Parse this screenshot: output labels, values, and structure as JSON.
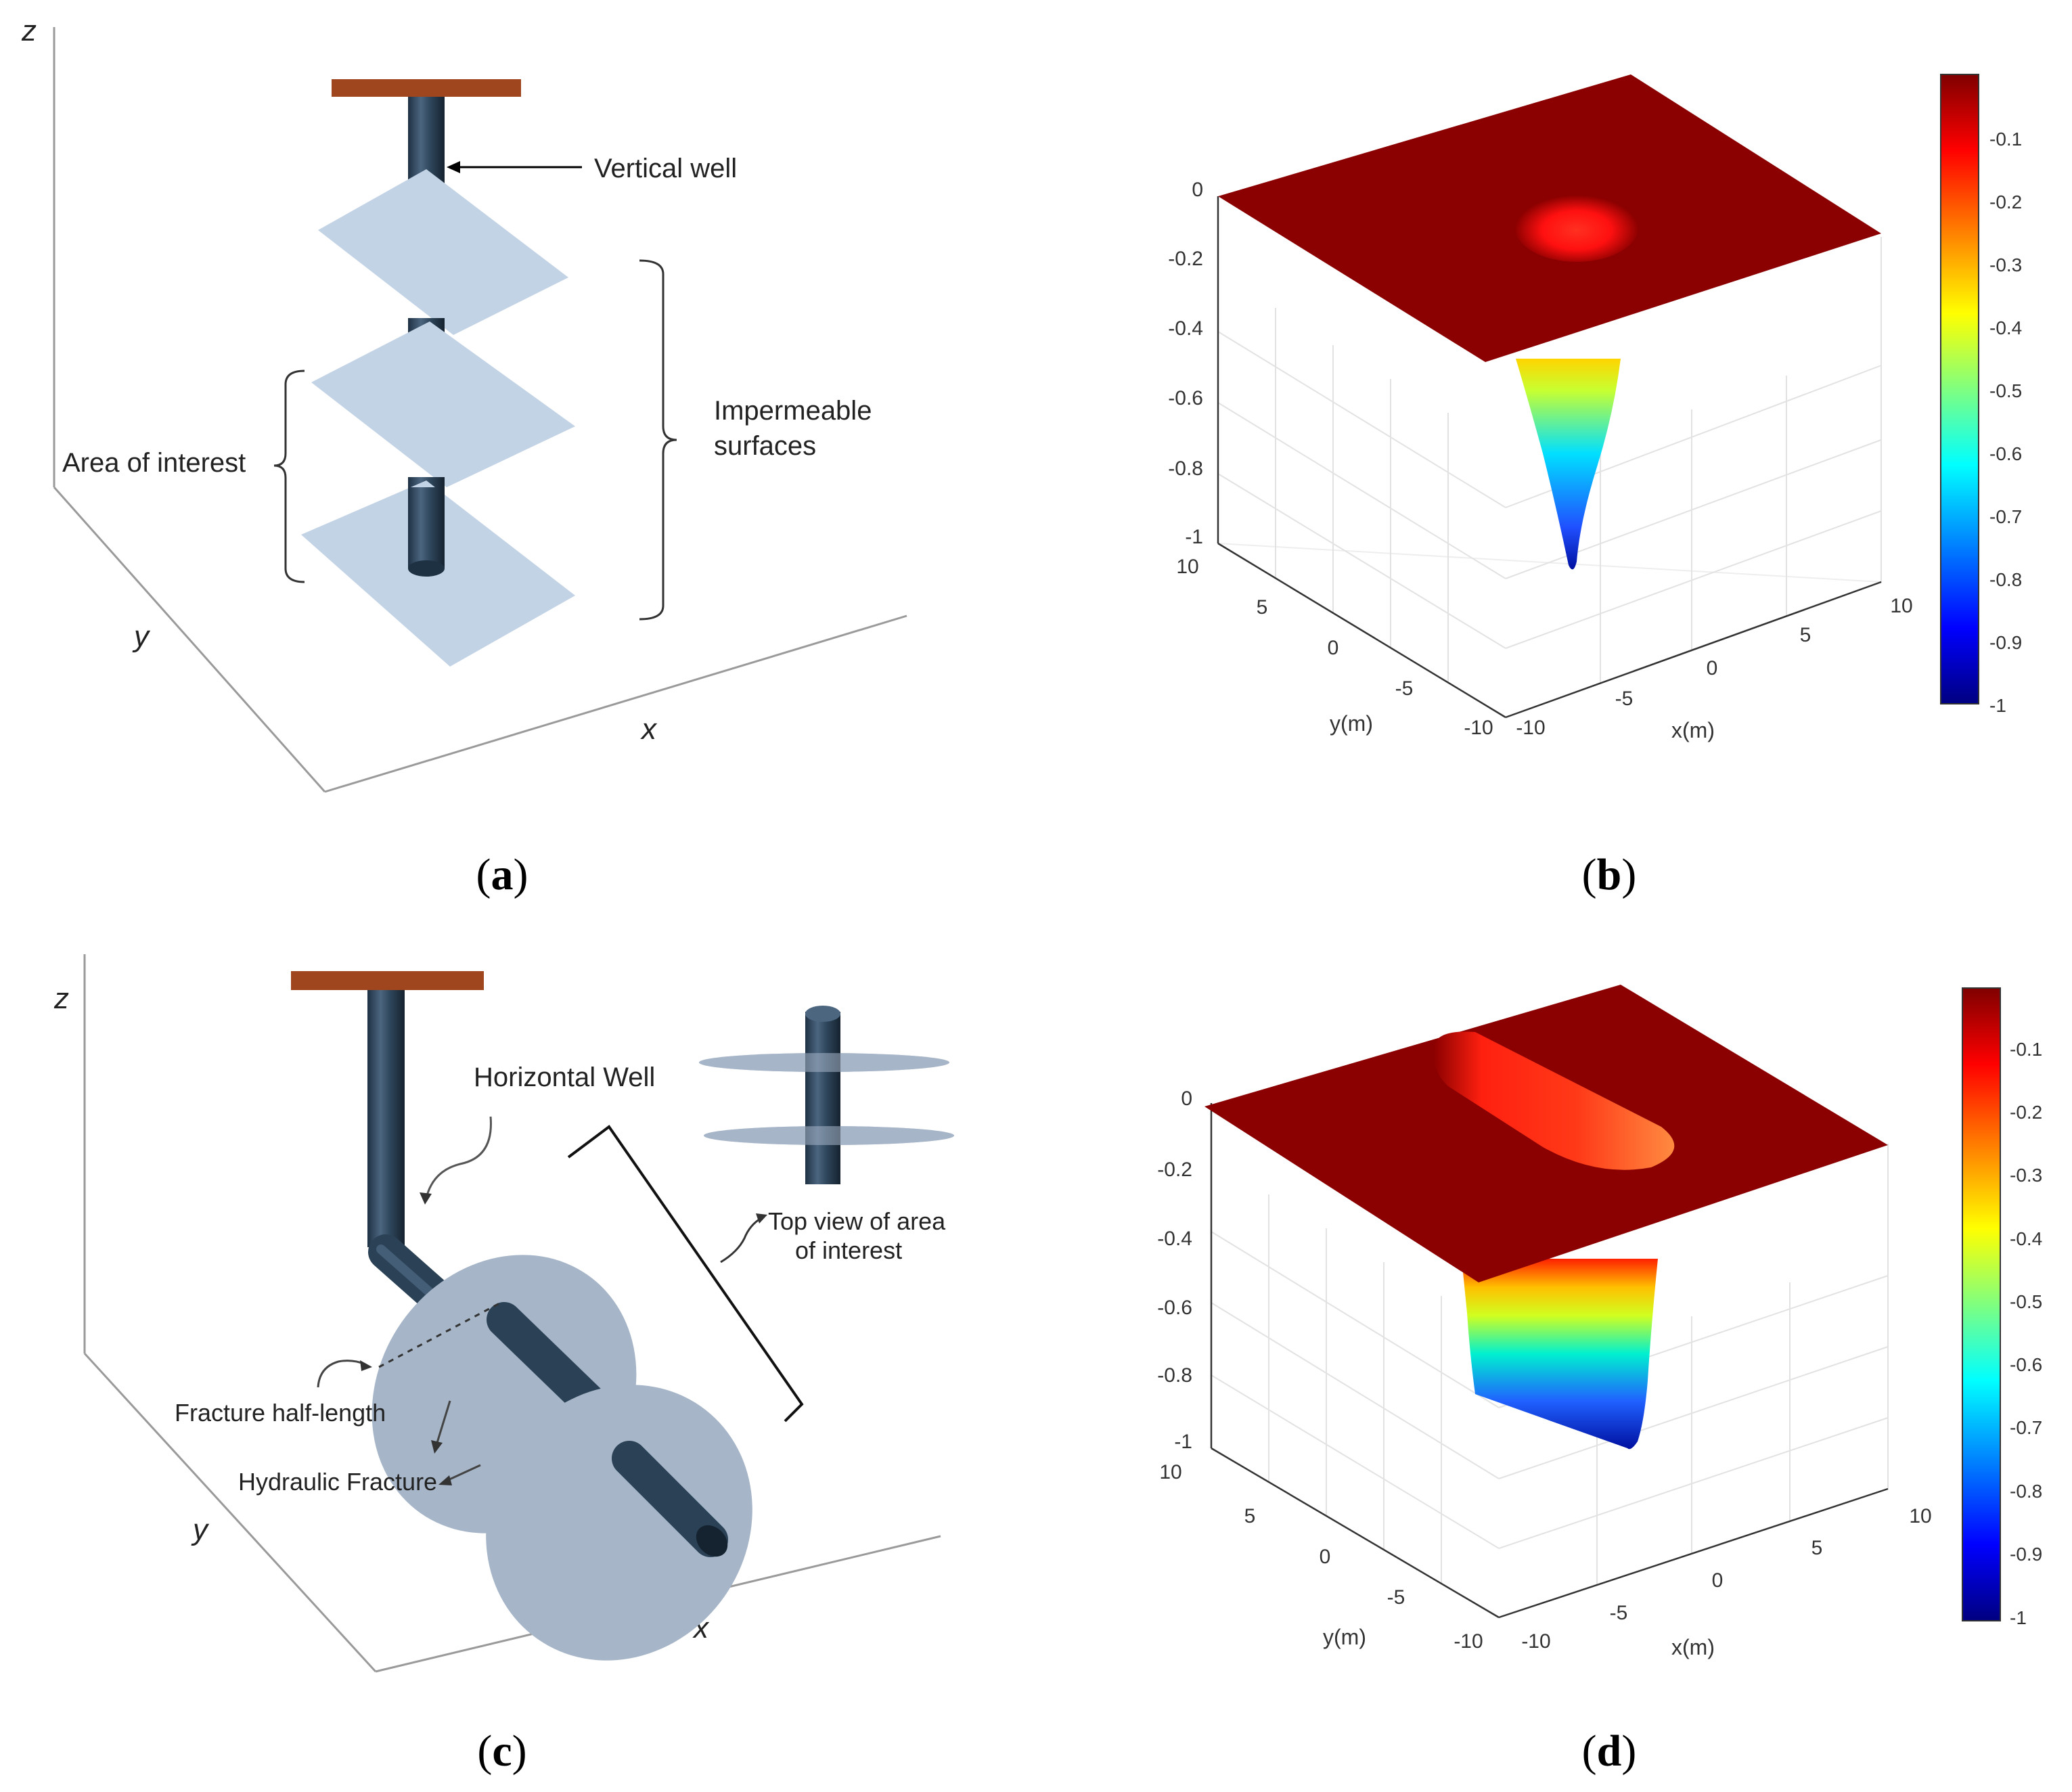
{
  "panel_a": {
    "axis_z": "z",
    "axis_y": "y",
    "axis_x": "x",
    "label_vertical_well": "Vertical well",
    "label_impermeable_1": "Impermeable",
    "label_impermeable_2": "surfaces",
    "label_area_of_interest": "Area of interest",
    "caption_letter": "a"
  },
  "panel_c": {
    "axis_z": "z",
    "axis_y": "y",
    "axis_x": "x",
    "label_horizontal_well": "Horizontal Well",
    "label_top_view_1": "Top view of area",
    "label_top_view_2": "of interest",
    "label_fracture_half_length": "Fracture half-length",
    "label_hydraulic_fracture": "Hydraulic Fracture",
    "caption_letter": "c"
  },
  "panel_b": {
    "caption_letter": "b",
    "z_ticks": [
      "0",
      "-0.2",
      "-0.4",
      "-0.6",
      "-0.8",
      "-1"
    ],
    "y_ticks": [
      "10",
      "5",
      "0",
      "-5",
      "-10"
    ],
    "x_ticks": [
      "-10",
      "-5",
      "0",
      "5",
      "10"
    ],
    "y_label": "y(m)",
    "x_label": "x(m)",
    "colorbar_ticks": [
      "-0.1",
      "-0.2",
      "-0.3",
      "-0.4",
      "-0.5",
      "-0.6",
      "-0.7",
      "-0.8",
      "-0.9",
      "-1"
    ]
  },
  "panel_d": {
    "caption_letter": "d",
    "z_ticks": [
      "0",
      "-0.2",
      "-0.4",
      "-0.6",
      "-0.8",
      "-1"
    ],
    "y_ticks": [
      "10",
      "5",
      "0",
      "-5",
      "-10"
    ],
    "x_ticks": [
      "-10",
      "-5",
      "0",
      "5",
      "10"
    ],
    "y_label": "y(m)",
    "x_label": "x(m)",
    "colorbar_ticks": [
      "-0.1",
      "-0.2",
      "-0.3",
      "-0.4",
      "-0.5",
      "-0.6",
      "-0.7",
      "-0.8",
      "-0.9",
      "-1"
    ]
  },
  "colors": {
    "cap": "#a0461e",
    "pipe": "#2b4256",
    "plane": "#c3d3e6",
    "disc": "#a6b5c8",
    "surface": "#8b0000"
  }
}
